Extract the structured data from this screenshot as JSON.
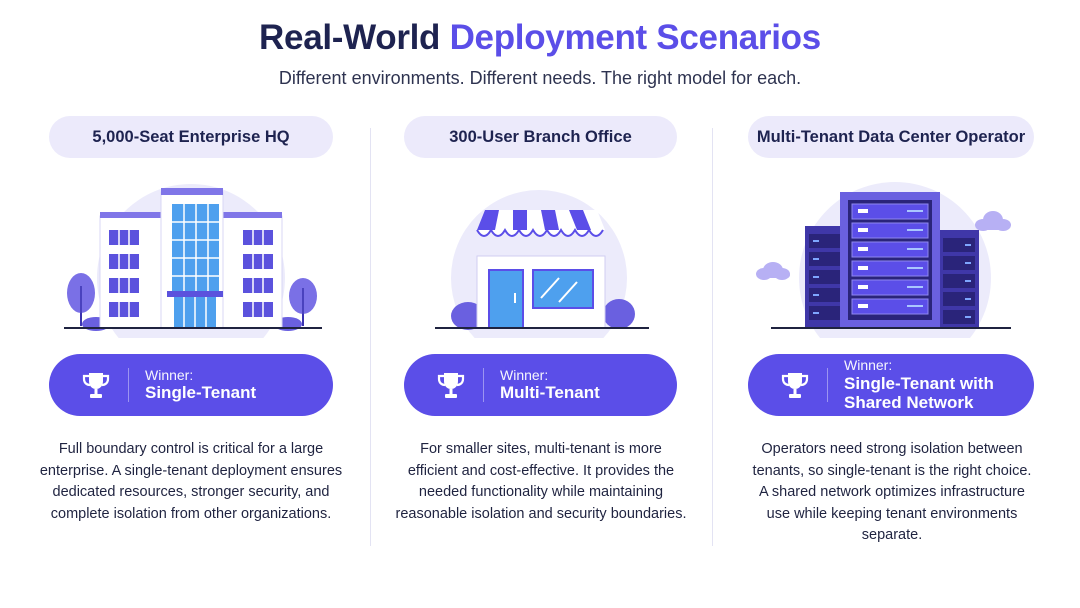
{
  "header": {
    "title_part1": "Real-World",
    "title_part2": "Deployment Scenarios",
    "subtitle": "Different environments. Different needs. The right model for each."
  },
  "scenarios": [
    {
      "name": "5,000-Seat Enterprise HQ",
      "winner_label": "Winner:",
      "winner_value": "Single-Tenant",
      "description": "Full boundary control is critical for a large enterprise. A single-tenant deployment ensures dedicated resources, stronger security, and complete isolation from other organizations."
    },
    {
      "name": "300-User Branch Office",
      "winner_label": "Winner:",
      "winner_value": "Multi-Tenant",
      "description": "For smaller sites, multi-tenant is more efficient and cost-effective. It provides the needed functionality while maintaining reasonable isolation and security boundaries."
    },
    {
      "name": "Multi-Tenant Data Center Operator",
      "winner_label": "Winner:",
      "winner_value": "Single-Tenant with Shared Network",
      "description": "Operators need strong isolation between tenants, so single-tenant is the right choice. A shared network optimizes infrastructure use while keeping tenant environments separate."
    }
  ],
  "icons": {
    "scenario_1": "office-building-icon",
    "scenario_2": "storefront-icon",
    "scenario_3": "server-rack-icon",
    "winner": "trophy-icon"
  },
  "colors": {
    "accent": "#5b4ee8",
    "title_dark": "#1e2350",
    "pill_bg": "#eceafb"
  }
}
